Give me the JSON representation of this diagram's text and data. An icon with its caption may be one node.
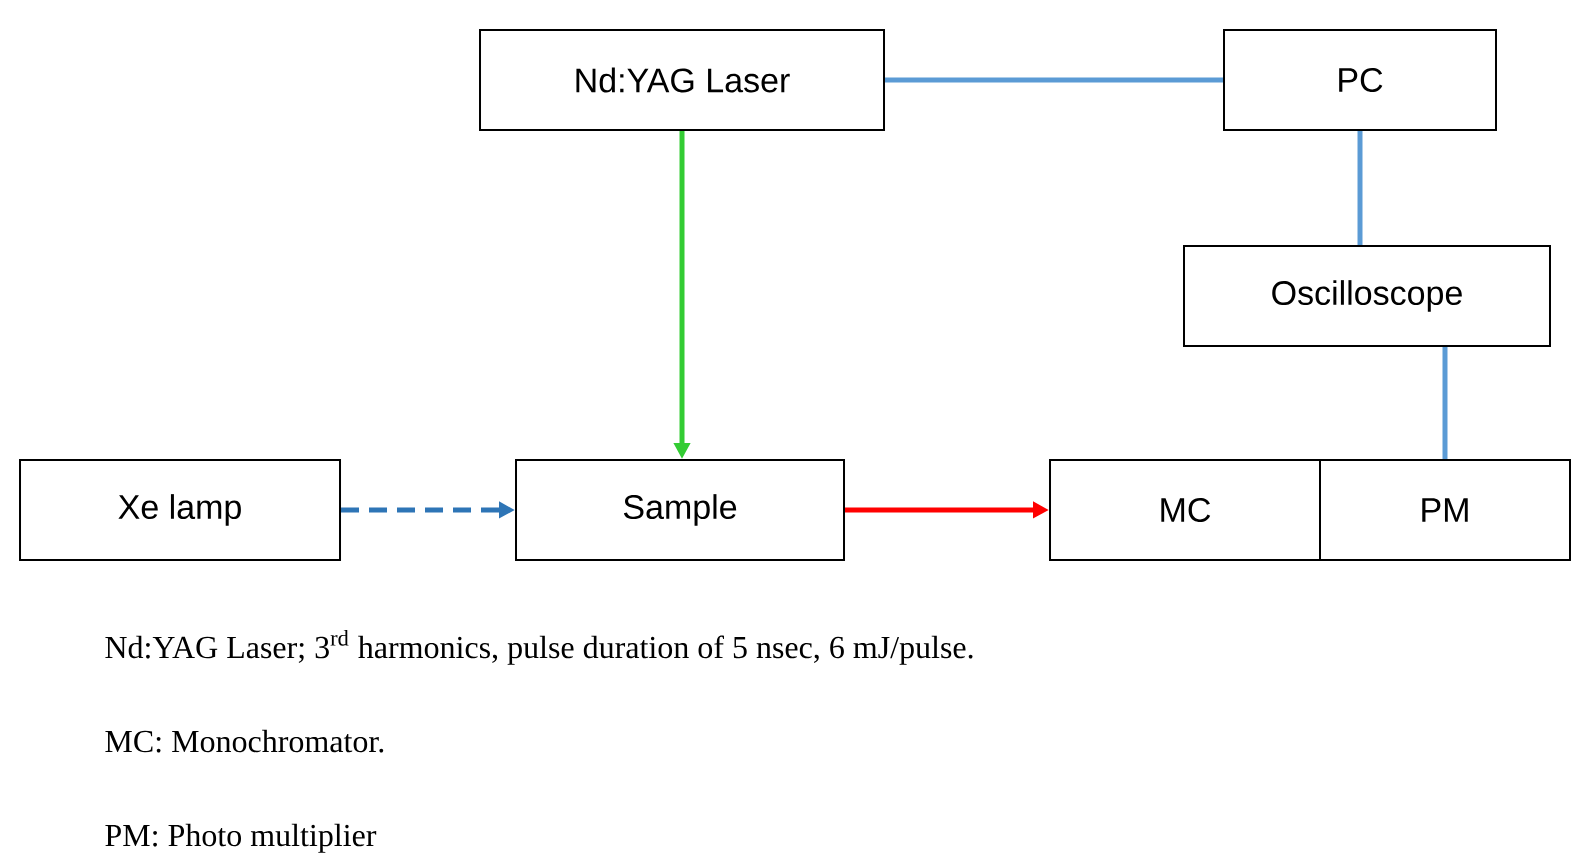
{
  "diagram": {
    "nodes": [
      {
        "text": [
          "Nd:YAG Laser"
        ]
      },
      {
        "text": [
          "PC"
        ]
      },
      {
        "text": [
          "Oscilloscope"
        ]
      },
      {
        "text": [
          "Xe lamp"
        ]
      },
      {
        "text": [
          "Sample"
        ]
      },
      {
        "text": [
          "MC"
        ]
      },
      {
        "text": [
          "PM"
        ]
      }
    ],
    "edges": [
      {
        "from": 0,
        "to": 1,
        "arrow": "none",
        "color": "#5b9bd5"
      },
      {
        "from": 1,
        "to": 2,
        "arrow": "none",
        "color": "#5b9bd5"
      },
      {
        "from": 2,
        "to": 6,
        "arrow": "none",
        "color": "#5b9bd5"
      },
      {
        "from": 0,
        "to": 4,
        "arrow": "to",
        "color": "#33cc33"
      },
      {
        "from": 3,
        "to": 4,
        "arrow": "to",
        "style": "dashed",
        "color": "#2e75b6"
      },
      {
        "from": 4,
        "to": 5,
        "arrow": "to",
        "color": "#ff0000"
      }
    ],
    "labels": [
      "Nd:YAG Laser; 3$^{rd}$ harmonics, pulse duration of 5 nsec, 6 mJ/pulse.",
      "MC: Monochromator.",
      "PM: Photo multiplier"
    ]
  }
}
